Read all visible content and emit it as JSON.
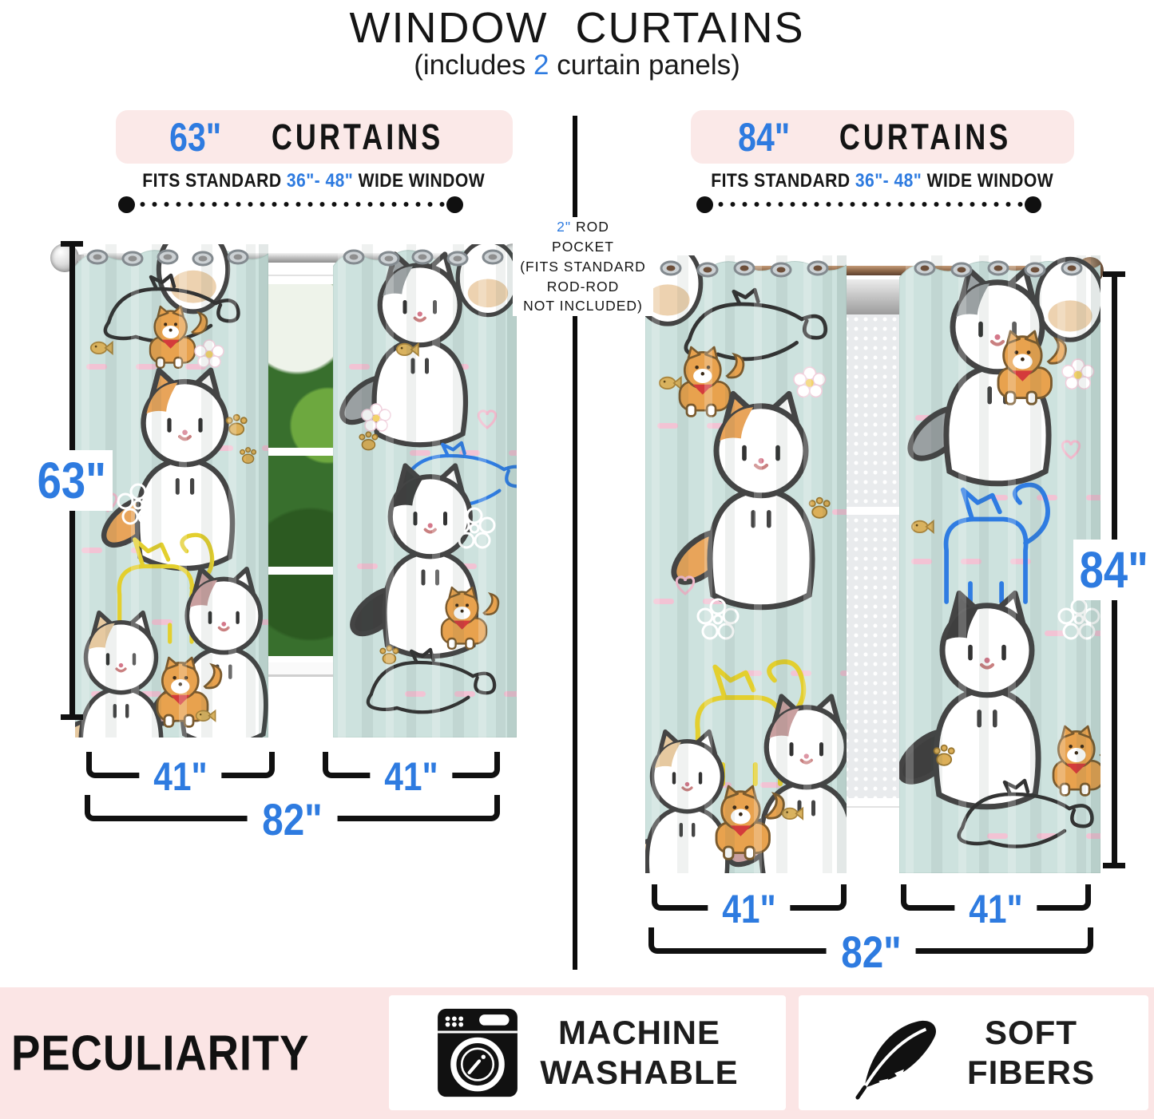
{
  "header": {
    "title": "WINDOW  CURTAINS",
    "subtitle_prefix": "(includes ",
    "subtitle_count": "2",
    "subtitle_suffix": " curtain panels)"
  },
  "left": {
    "size": "63\"",
    "size_label": "CURTAINS",
    "fits_prefix": "FITS STANDARD ",
    "fits_range": "36\"- 48\"",
    "fits_suffix": " WIDE WINDOW",
    "height": "63\"",
    "width_left": "41\"",
    "width_right": "41\"",
    "width_total": "82\""
  },
  "right": {
    "size": "84\"",
    "size_label": "CURTAINS",
    "fits_prefix": "FITS STANDARD ",
    "fits_range": "36\"- 48\"",
    "fits_suffix": " WIDE WINDOW",
    "height": "84\"",
    "width_left": "41\"",
    "width_right": "41\"",
    "width_total": "82\""
  },
  "rod_note": {
    "size": "2\"",
    "line1_rest": " ROD",
    "line2": "POCKET",
    "line3": "(FITS STANDARD",
    "line4": "ROD-ROD",
    "line5": "NOT INCLUDED)"
  },
  "features": {
    "title": "PECULIARITY",
    "items": [
      {
        "line1": "MACHINE",
        "line2": "WASHABLE"
      },
      {
        "line1": "SOFT",
        "line2": "FIBERS"
      }
    ]
  },
  "colors": {
    "accent_blue": "#2e7be0",
    "banner_pink": "#fbe9e8",
    "feature_bar_pink": "#fbe5e5",
    "fabric_teal": "#cde2de"
  }
}
